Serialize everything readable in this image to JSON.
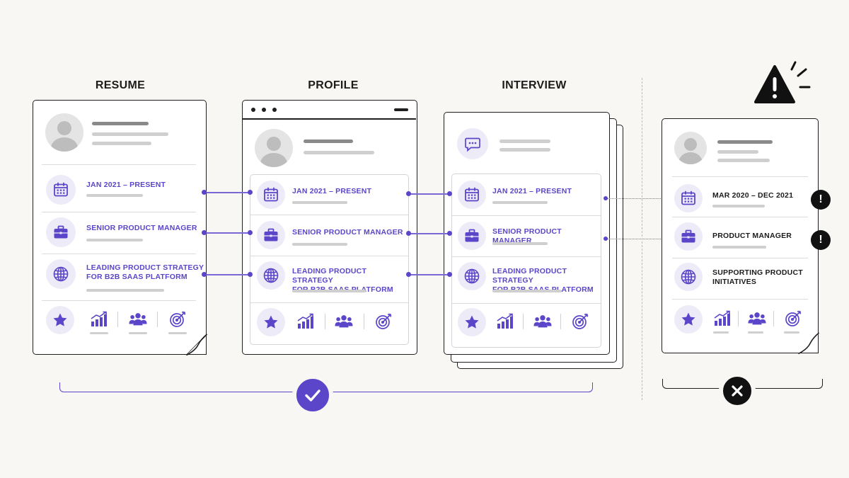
{
  "columns": {
    "resume": "RESUME",
    "profile": "PROFILE",
    "interview": "INTERVIEW"
  },
  "resume": {
    "rows": [
      {
        "icon": "calendar-icon",
        "text": "JAN 2021 – PRESENT"
      },
      {
        "icon": "briefcase-icon",
        "text": "SENIOR PRODUCT MANAGER"
      },
      {
        "icon": "globe-icon",
        "text": "LEADING PRODUCT STRATEGY\nFOR B2B SAAS PLATFORM"
      }
    ]
  },
  "profile": {
    "rows": [
      {
        "icon": "calendar-icon",
        "text": "JAN 2021 – PRESENT"
      },
      {
        "icon": "briefcase-icon",
        "text": "SENIOR PRODUCT MANAGER"
      },
      {
        "icon": "globe-icon",
        "text": "LEADING PRODUCT STRATEGY\nFOR B2B SAAS PLATFORM"
      }
    ]
  },
  "interview": {
    "rows": [
      {
        "icon": "calendar-icon",
        "text": "JAN 2021 – PRESENT"
      },
      {
        "icon": "briefcase-icon",
        "text": "SENIOR PRODUCT MANAGER"
      },
      {
        "icon": "globe-icon",
        "text": "LEADING PRODUCT STRATEGY\nFOR B2B SAAS PLATFORM"
      }
    ]
  },
  "mismatch": {
    "rows": [
      {
        "icon": "calendar-icon",
        "text": "MAR 2020 – DEC 2021",
        "flag": "!"
      },
      {
        "icon": "briefcase-icon",
        "text": "PRODUCT MANAGER",
        "flag": "!"
      },
      {
        "icon": "globe-icon",
        "text": "SUPPORTING PRODUCT\nINITIATIVES"
      }
    ]
  },
  "skills_icons": [
    "star-icon",
    "growth-chart-icon",
    "team-icon",
    "target-icon"
  ],
  "colors": {
    "accent": "#5b45c9",
    "accent_light": "#ecebf7",
    "text_dark": "#1c1c1c",
    "background": "#f8f7f4"
  },
  "status": {
    "consistent": "check-icon",
    "inconsistent": "x-icon",
    "warning": "warning-triangle-icon"
  }
}
